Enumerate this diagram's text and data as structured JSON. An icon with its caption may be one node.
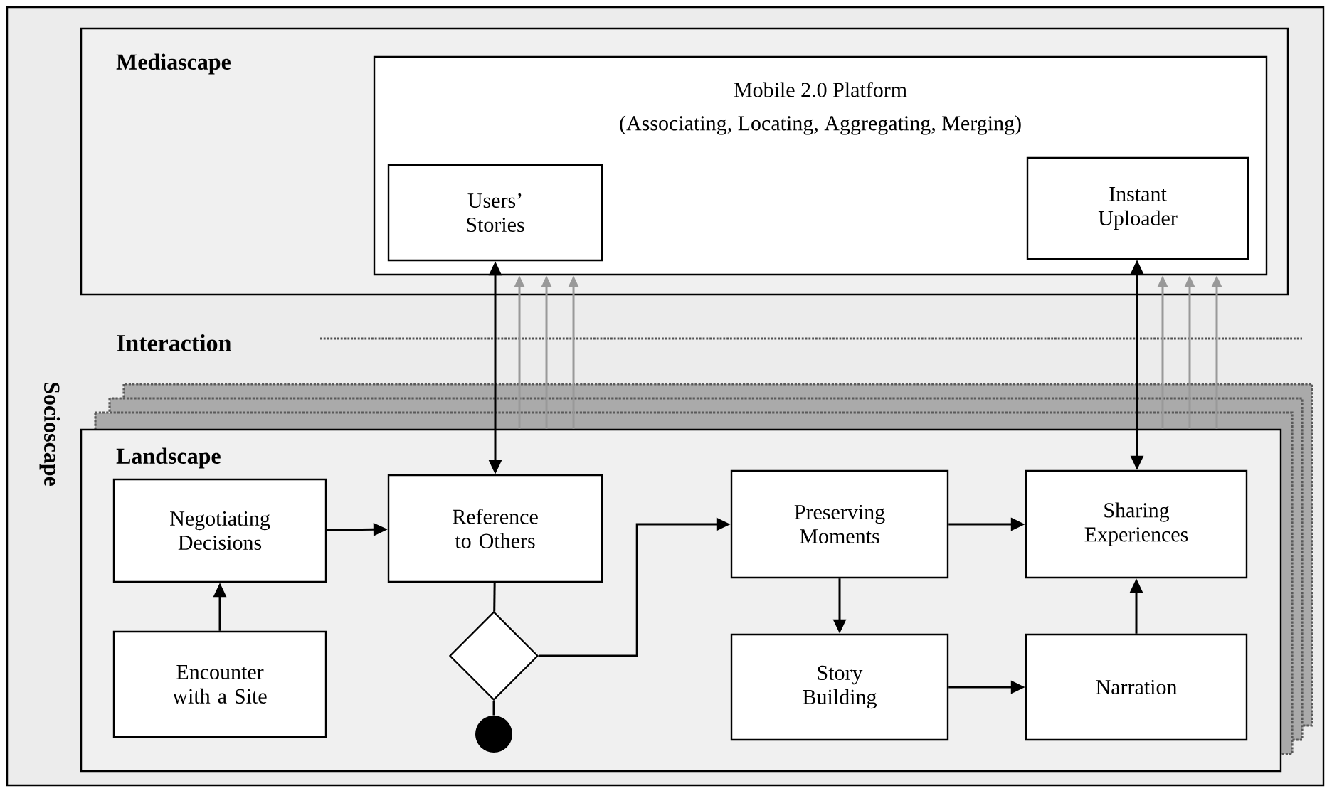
{
  "diagram": {
    "nodes": [
      {
        "text": [
          "Socioscape"
        ]
      },
      {
        "text": [
          "Mediascape"
        ],
        "in": 0
      },
      {
        "text": [
          "Mobile 2.0 Platform",
          "(Associating, Locating, Aggregating, Merging)"
        ],
        "in": 1
      },
      {
        "text": [
          "Users’ Stories"
        ],
        "in": 2
      },
      {
        "text": [
          "Instant Uploader"
        ],
        "in": 2
      },
      {
        "text": [
          "Landscape"
        ],
        "in": 0
      },
      {
        "text": [
          "Negotiating Decisions"
        ],
        "in": 5
      },
      {
        "text": [
          "Reference to Others"
        ],
        "in": 5
      },
      {
        "text": [
          "Preserving Moments"
        ],
        "in": 5
      },
      {
        "text": [
          "Sharing Experiences"
        ],
        "in": 5
      },
      {
        "text": [
          "Encounter with a Site"
        ],
        "in": 5
      },
      {
        "text": [],
        "shape": "diamond",
        "in": 5
      },
      {
        "text": [],
        "shape": "circle",
        "in": 5
      },
      {
        "text": [
          "Story Building"
        ],
        "in": 5
      },
      {
        "text": [
          "Narration"
        ],
        "in": 5
      }
    ],
    "edges": [
      {
        "from": 3,
        "to": 7,
        "arrow": "both"
      },
      {
        "from": 5,
        "to": 2,
        "arrow": "to",
        "color": "#999999"
      },
      {
        "from": 5,
        "to": 2,
        "arrow": "to",
        "color": "#999999"
      },
      {
        "from": 5,
        "to": 2,
        "arrow": "to",
        "color": "#999999"
      },
      {
        "from": 4,
        "to": 9,
        "arrow": "both"
      },
      {
        "from": 5,
        "to": 2,
        "arrow": "to",
        "color": "#999999"
      },
      {
        "from": 5,
        "to": 2,
        "arrow": "to",
        "color": "#999999"
      },
      {
        "from": 5,
        "to": 2,
        "arrow": "to",
        "color": "#999999"
      },
      {
        "from": 6,
        "to": 7,
        "arrow": "to"
      },
      {
        "from": 10,
        "to": 6,
        "arrow": "to"
      },
      {
        "from": 7,
        "to": 11,
        "arrow": "none"
      },
      {
        "from": 11,
        "to": 12,
        "arrow": "none"
      },
      {
        "from": 11,
        "to": 8,
        "arrow": "to"
      },
      {
        "from": 8,
        "to": 9,
        "arrow": "to"
      },
      {
        "from": 8,
        "to": 13,
        "arrow": "to"
      },
      {
        "from": 13,
        "to": 14,
        "arrow": "to"
      },
      {
        "from": 14,
        "to": 9,
        "arrow": "to"
      }
    ],
    "labels": [
      "Interaction"
    ]
  }
}
